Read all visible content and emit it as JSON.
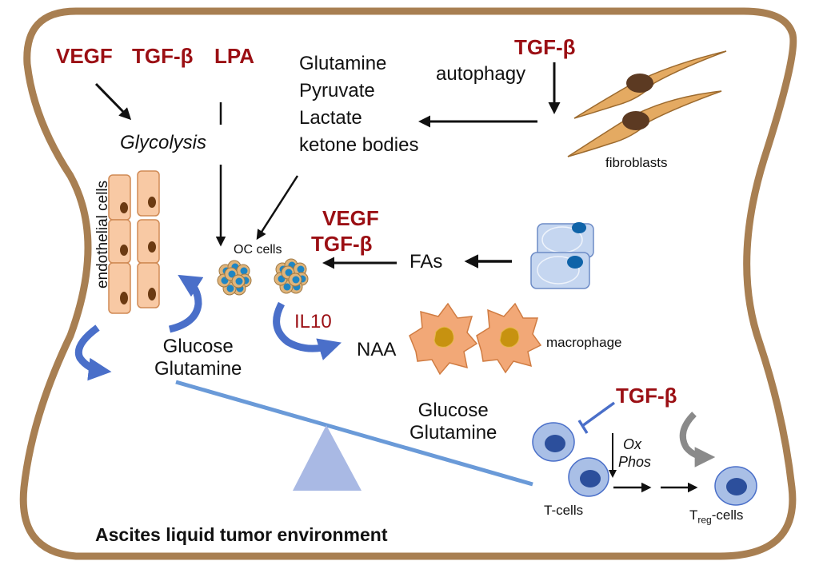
{
  "title": "Ascites liquid tumor environment",
  "colors": {
    "border": "#a87f52",
    "signal_red": "#9b0f14",
    "blue_arrow": "#4a6fc9",
    "seesaw": "#6a9ad8",
    "fulcrum": "#a9b9e4",
    "endothelial_fill": "#f8c9a4",
    "endothelial_stroke": "#d08a55",
    "nucleus_brown": "#6b3a12",
    "fibroblast_fill": "#e4aa62",
    "fibroblast_nucleus": "#5c3a22",
    "macrophage_fill": "#f2a877",
    "macrophage_nucleus": "#c79210",
    "tcell_fill": "#a9bfe6",
    "tcell_nucleus": "#2c4f9c",
    "adipocyte_fill": "#c5d6f0",
    "adipocyte_nucleus": "#0f63a8",
    "oc_cell_fill": "#e0b47a",
    "oc_cell_nucleus": "#1f86c4"
  },
  "signals": {
    "top_left": [
      "VEGF",
      "TGF-β",
      "LPA"
    ],
    "fibroblast_signal": "TGF-β",
    "fa_signals": [
      "VEGF",
      "TGF-β"
    ],
    "tcell_signal": "TGF-β",
    "il10": "IL10"
  },
  "labels": {
    "glycolysis": "Glycolysis",
    "metabolites": [
      "Glutamine",
      "Pyruvate",
      "Lactate",
      "ketone bodies"
    ],
    "autophagy": "autophagy",
    "fibroblasts": "fibroblasts",
    "endothelial_cells": "endothelial cells",
    "oc_cells": "OC cells",
    "fas": "FAs",
    "naa": "NAA",
    "macrophage": "macrophage",
    "nutrients_left": [
      "Glucose",
      "Glutamine"
    ],
    "nutrients_right": [
      "Glucose",
      "Glutamine"
    ],
    "oxphos": [
      "Ox",
      "Phos"
    ],
    "t_cells": "T-cells",
    "treg_T": "T",
    "treg_sub": "reg",
    "treg_suffix": "-cells"
  }
}
